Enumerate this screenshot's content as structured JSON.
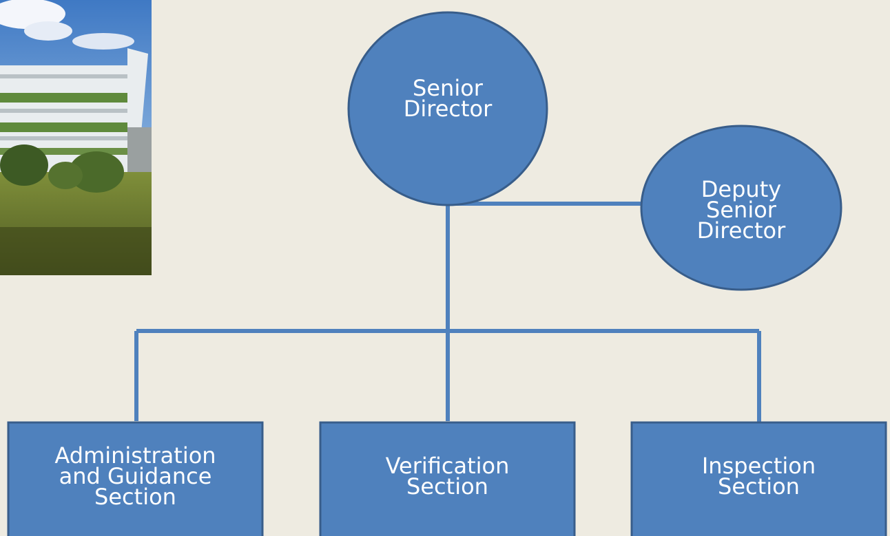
{
  "colors": {
    "background": "#eeebe1",
    "node_fill": "#4f81bd",
    "node_stroke": "#385d8a",
    "connector": "#4f81bd",
    "label_text": "#ffffff"
  },
  "photo": {
    "subject": "building-photo"
  },
  "nodes": {
    "senior_director": {
      "label": "Senior\nDirector",
      "shape": "ellipse"
    },
    "deputy_senior_director": {
      "label": "Deputy\nSenior\nDirector",
      "shape": "ellipse"
    },
    "administration_guidance": {
      "label": "Administration\nand Guidance\nSection",
      "shape": "rectangle"
    },
    "verification": {
      "label": "Verification\nSection",
      "shape": "rectangle"
    },
    "inspection": {
      "label": "Inspection\nSection",
      "shape": "rectangle"
    }
  }
}
